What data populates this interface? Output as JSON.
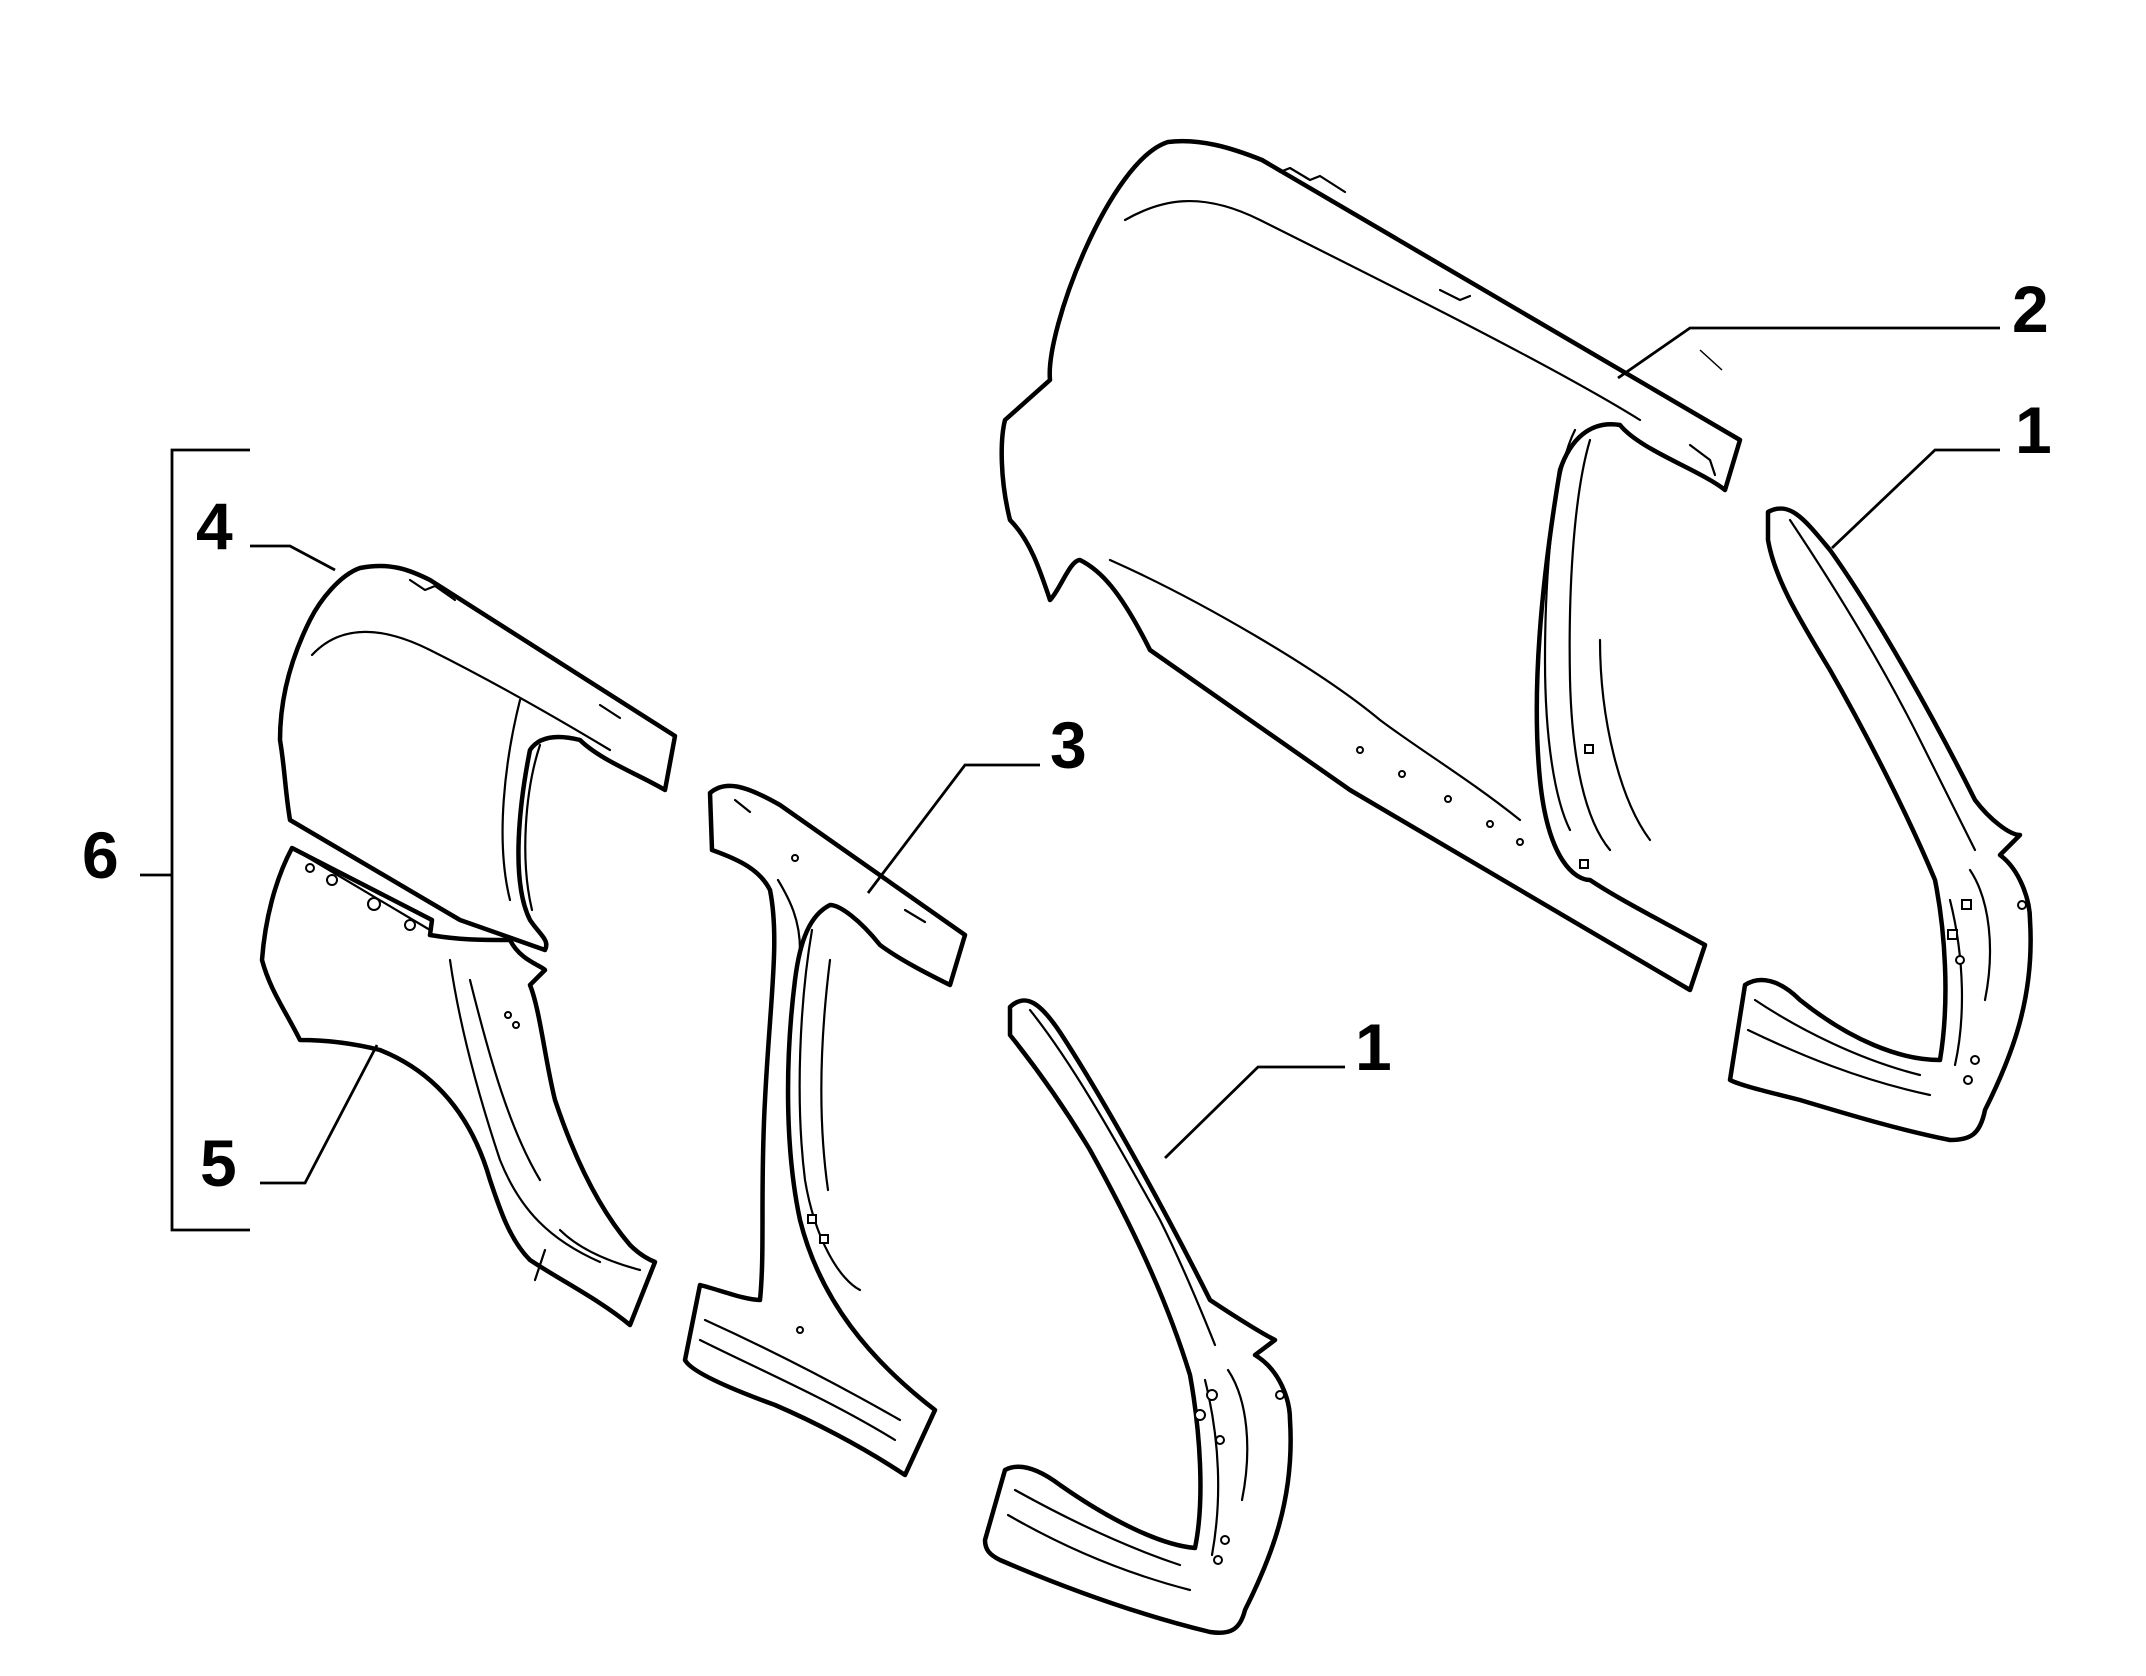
{
  "colors": {
    "line": "#000000",
    "background": "#ffffff"
  },
  "callouts": {
    "front_pillar_right": "1",
    "rear_side_panel": "2",
    "front_pillar_left": "1",
    "center_pillar": "3",
    "upper_rear_panel": "4",
    "lower_rear_panel": "5",
    "assembly_group": "6"
  }
}
